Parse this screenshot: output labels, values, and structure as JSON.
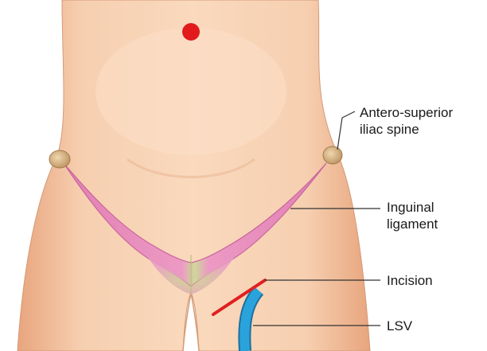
{
  "labels": {
    "asis_line1": "Antero-superior",
    "asis_line2": "iliac spine",
    "inguinal_line1": "Inguinal",
    "inguinal_line2": "ligament",
    "incision": "Incision",
    "lsv": "LSV"
  },
  "colors": {
    "skin": "#f2c2a0",
    "skin_shadow": "#e3a57f",
    "ligament": "#e884b8",
    "groin_fill": "#c8d89a",
    "bone": "#d9b98a",
    "umbilicus": "#e11b1b",
    "incision": "#e02020",
    "vein": "#2a9fd8",
    "leader_line": "#333333"
  }
}
